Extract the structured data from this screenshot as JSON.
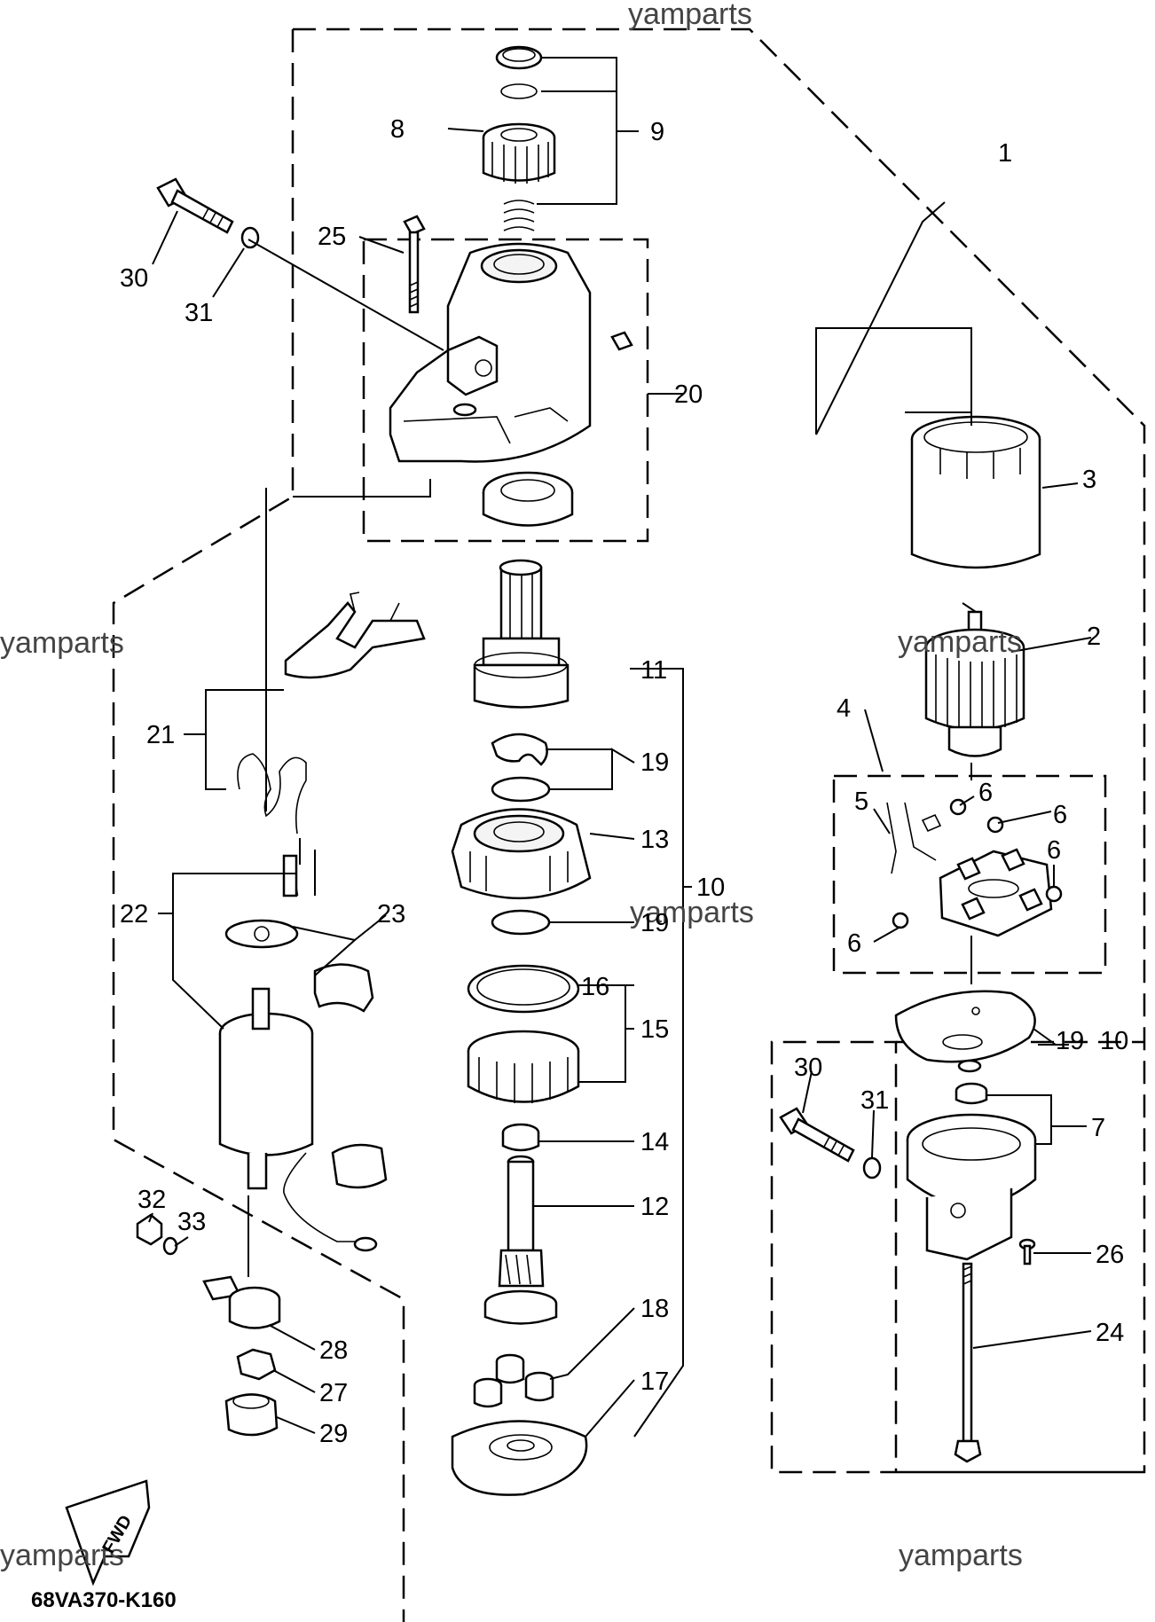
{
  "watermark": "yamparts",
  "diagram_code": "68VA370-K160",
  "fwd_label": "FWD",
  "callouts": {
    "c1": "1",
    "c2": "2",
    "c3": "3",
    "c4": "4",
    "c5": "5",
    "c6a": "6",
    "c6b": "6",
    "c6c": "6",
    "c6d": "6",
    "c7": "7",
    "c8": "8",
    "c9": "9",
    "c10": "10",
    "c10b": "10",
    "c11": "11",
    "c12": "12",
    "c13": "13",
    "c14": "14",
    "c15": "15",
    "c16": "16",
    "c17": "17",
    "c18": "18",
    "c19a": "19",
    "c19b": "19",
    "c19c": "19",
    "c20": "20",
    "c21": "21",
    "c22": "22",
    "c23": "23",
    "c24": "24",
    "c25": "25",
    "c26": "26",
    "c27": "27",
    "c28": "28",
    "c29": "29",
    "c30a": "30",
    "c30b": "30",
    "c31a": "31",
    "c31b": "31",
    "c32": "32",
    "c33": "33"
  }
}
